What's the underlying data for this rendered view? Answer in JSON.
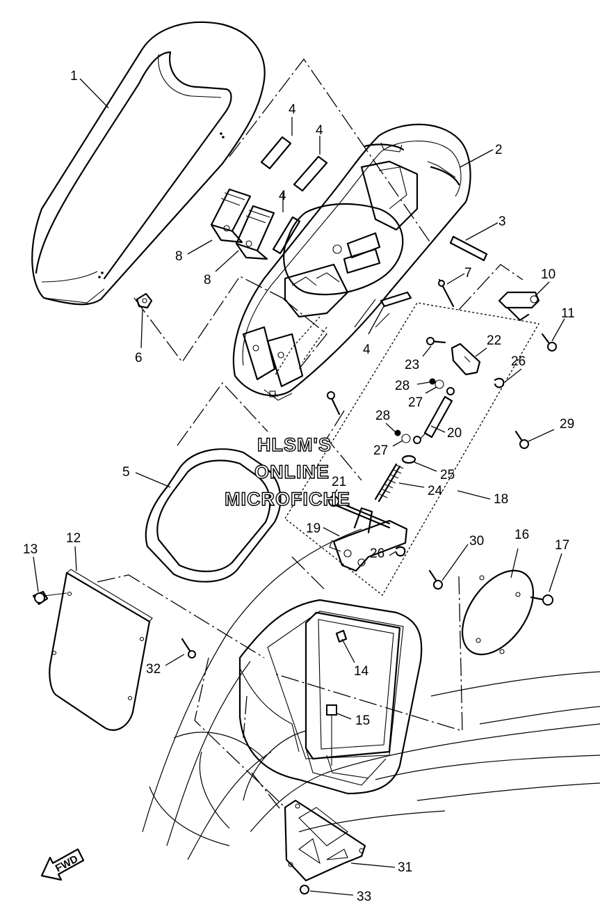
{
  "watermark": {
    "line1": "HLSM'S",
    "line2": "ONLINE",
    "line3": "MICROFICHE"
  },
  "direction_label": "FWD",
  "callouts": [
    {
      "id": "c1",
      "label": "1"
    },
    {
      "id": "c2",
      "label": "2"
    },
    {
      "id": "c3",
      "label": "3"
    },
    {
      "id": "c4a",
      "label": "4"
    },
    {
      "id": "c4b",
      "label": "4"
    },
    {
      "id": "c4c",
      "label": "4"
    },
    {
      "id": "c4d",
      "label": "4"
    },
    {
      "id": "c5",
      "label": "5"
    },
    {
      "id": "c6",
      "label": "6"
    },
    {
      "id": "c7",
      "label": "7"
    },
    {
      "id": "c8a",
      "label": "8"
    },
    {
      "id": "c8b",
      "label": "8"
    },
    {
      "id": "c10",
      "label": "10"
    },
    {
      "id": "c11",
      "label": "11"
    },
    {
      "id": "c12",
      "label": "12"
    },
    {
      "id": "c13",
      "label": "13"
    },
    {
      "id": "c14",
      "label": "14"
    },
    {
      "id": "c15",
      "label": "15"
    },
    {
      "id": "c16",
      "label": "16"
    },
    {
      "id": "c17",
      "label": "17"
    },
    {
      "id": "c18",
      "label": "18"
    },
    {
      "id": "c19",
      "label": "19"
    },
    {
      "id": "c20",
      "label": "20"
    },
    {
      "id": "c21",
      "label": "21"
    },
    {
      "id": "c22",
      "label": "22"
    },
    {
      "id": "c23",
      "label": "23"
    },
    {
      "id": "c24",
      "label": "24"
    },
    {
      "id": "c25",
      "label": "25"
    },
    {
      "id": "c26a",
      "label": "26"
    },
    {
      "id": "c26b",
      "label": "26"
    },
    {
      "id": "c27a",
      "label": "27"
    },
    {
      "id": "c27b",
      "label": "27"
    },
    {
      "id": "c28a",
      "label": "28"
    },
    {
      "id": "c28b",
      "label": "28"
    },
    {
      "id": "c29",
      "label": "29"
    },
    {
      "id": "c30",
      "label": "30"
    },
    {
      "id": "c31",
      "label": "31"
    },
    {
      "id": "c32",
      "label": "32"
    },
    {
      "id": "c33",
      "label": "33"
    }
  ]
}
